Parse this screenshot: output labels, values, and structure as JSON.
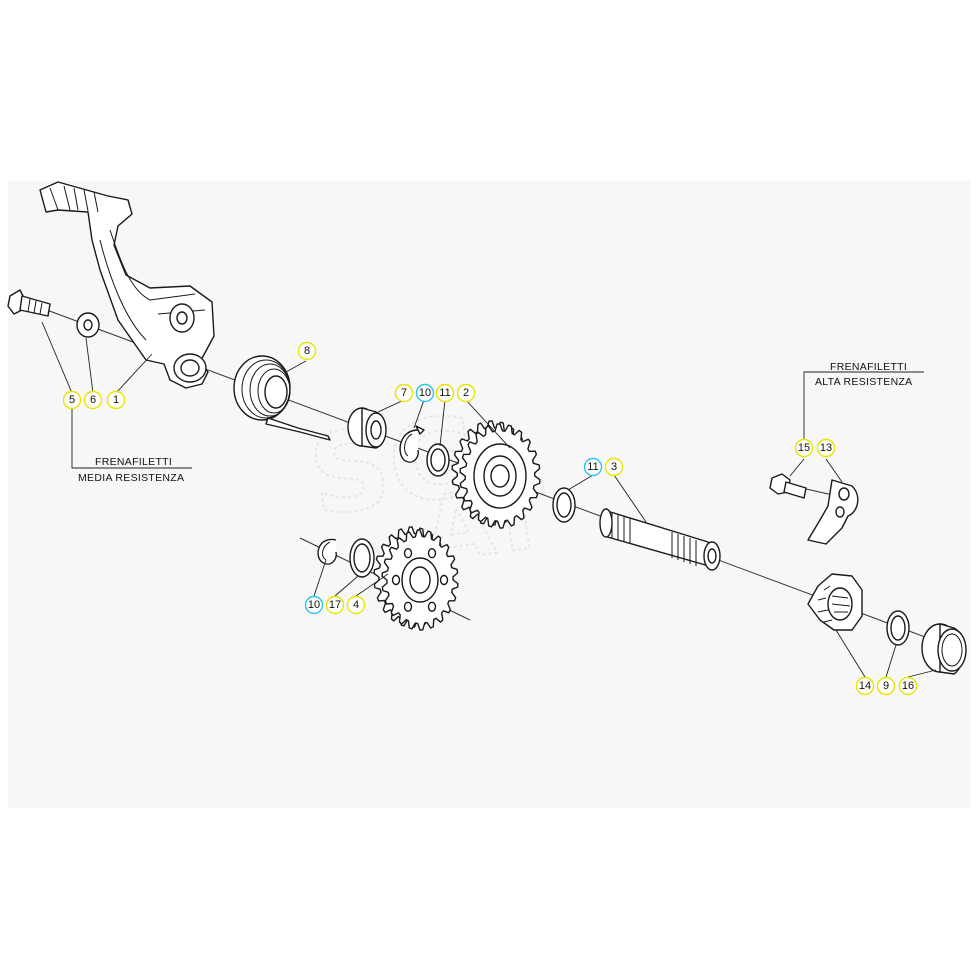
{
  "callouts": [
    {
      "id": "c1",
      "label": "1",
      "color": "yellow"
    },
    {
      "id": "c2",
      "label": "2",
      "color": "yellow"
    },
    {
      "id": "c3",
      "label": "3",
      "color": "yellow"
    },
    {
      "id": "c4",
      "label": "4",
      "color": "yellow"
    },
    {
      "id": "c5",
      "label": "5",
      "color": "yellow"
    },
    {
      "id": "c6",
      "label": "6",
      "color": "yellow"
    },
    {
      "id": "c7",
      "label": "7",
      "color": "yellow"
    },
    {
      "id": "c8",
      "label": "8",
      "color": "yellow"
    },
    {
      "id": "c9",
      "label": "9",
      "color": "yellow"
    },
    {
      "id": "c10a",
      "label": "10",
      "color": "cyan"
    },
    {
      "id": "c10b",
      "label": "10",
      "color": "cyan"
    },
    {
      "id": "c11a",
      "label": "11",
      "color": "yellow"
    },
    {
      "id": "c11b",
      "label": "11",
      "color": "cyan"
    },
    {
      "id": "c13",
      "label": "13",
      "color": "yellow"
    },
    {
      "id": "c14",
      "label": "14",
      "color": "yellow"
    },
    {
      "id": "c15",
      "label": "15",
      "color": "yellow"
    },
    {
      "id": "c16",
      "label": "16",
      "color": "yellow"
    },
    {
      "id": "c17",
      "label": "17",
      "color": "yellow"
    }
  ],
  "notes": {
    "left": {
      "line1": "FRENAFILETTI",
      "line2": "MEDIA RESISTENZA"
    },
    "right": {
      "line1": "FRENAFILETTI",
      "line2": "ALTA RESISTENZA"
    }
  },
  "colors": {
    "yellow": "#e6e600",
    "cyan": "#2fc3e8",
    "panel": "#f7f7f7"
  }
}
